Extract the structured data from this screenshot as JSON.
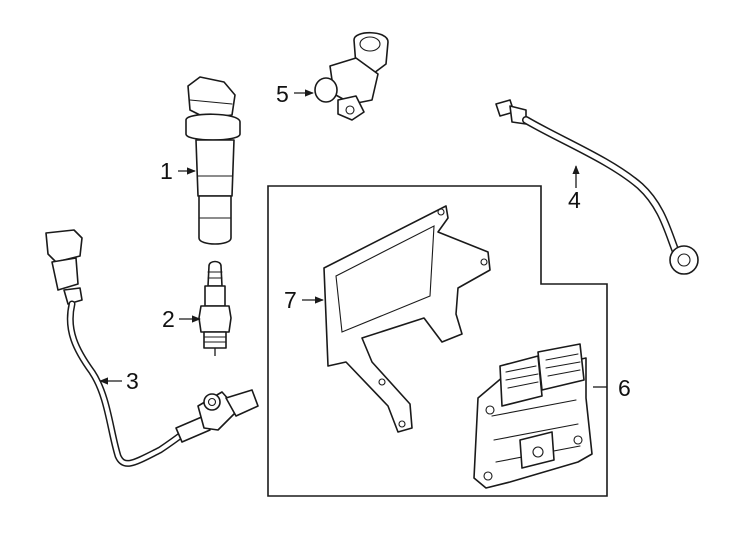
{
  "callouts": [
    {
      "id": "1",
      "text": "1"
    },
    {
      "id": "2",
      "text": "2"
    },
    {
      "id": "3",
      "text": "3"
    },
    {
      "id": "4",
      "text": "4"
    },
    {
      "id": "5",
      "text": "5"
    },
    {
      "id": "6",
      "text": "6"
    },
    {
      "id": "7",
      "text": "7"
    }
  ],
  "colors": {
    "line": "#1a1a1a",
    "background": "#ffffff"
  }
}
